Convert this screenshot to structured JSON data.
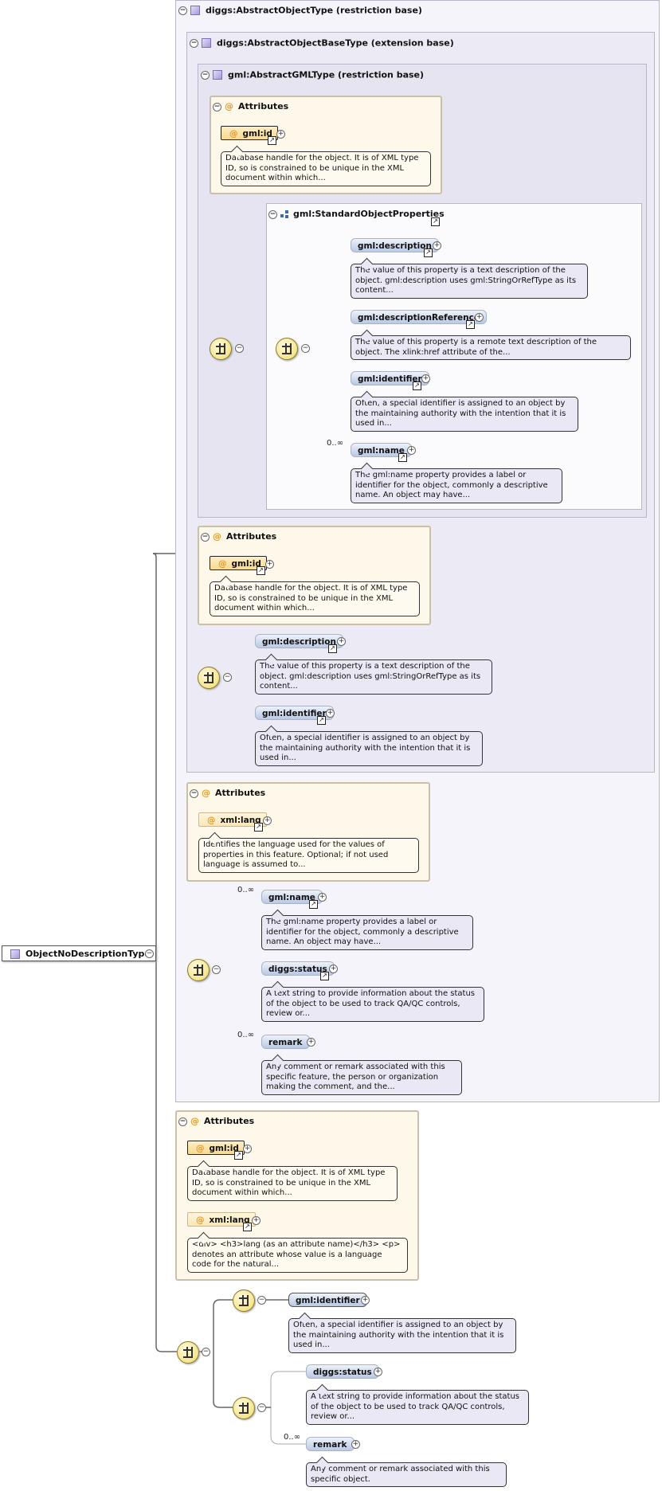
{
  "root": {
    "label": "ObjectNoDescriptionType"
  },
  "types": {
    "abstract_object": "diggs:AbstractObjectType (restriction base)",
    "abstract_object_base": "diggs:AbstractObjectBaseType (extension base)",
    "abstract_gml": "gml:AbstractGMLType (restriction base)"
  },
  "attributes_title": "Attributes",
  "group": {
    "name": "gml:StandardObjectProperties"
  },
  "cardinality": "0..∞",
  "names": {
    "gml_id": "gml:id",
    "xml_lang": "xml:lang",
    "gml_description": "gml:description",
    "gml_description_reference": "gml:descriptionReference",
    "gml_identifier": "gml:identifier",
    "gml_name": "gml:name",
    "diggs_status": "diggs:status",
    "remark": "remark"
  },
  "notes": {
    "gml_id": "Database handle for the object. It is of XML type ID, so is constrained to be unique in the XML document within which...",
    "gml_description": "The value of this property is a text description of the object. gml:description uses gml:StringOrRefType as its content...",
    "gml_description_reference": "The value of this property is a remote text description of the object. The xlink:href attribute of the...",
    "gml_identifier": "Often, a special identifier is assigned to an object by the maintaining authority with the intention that it is used in...",
    "gml_name": "The gml:name property provides a label or identifier for the object, commonly a descriptive name. An object may have...",
    "xml_lang_feature": "Identifies the language used for the values of properties in this feature. Optional; if not used language is assumed to...",
    "diggs_status": "A text string to provide information about the status of the object to be used to track QA/QC controls, review or...",
    "remark_feature": "Any comment or remark associated with this specific feature, the person or organization making the comment, and the...",
    "xml_lang_div": "<div> <h3>lang (as an attribute name)</h3> <p> denotes an attribute whose value is a language code for the natural...",
    "remark_object": "Any comment or remark associated with this specific object."
  }
}
